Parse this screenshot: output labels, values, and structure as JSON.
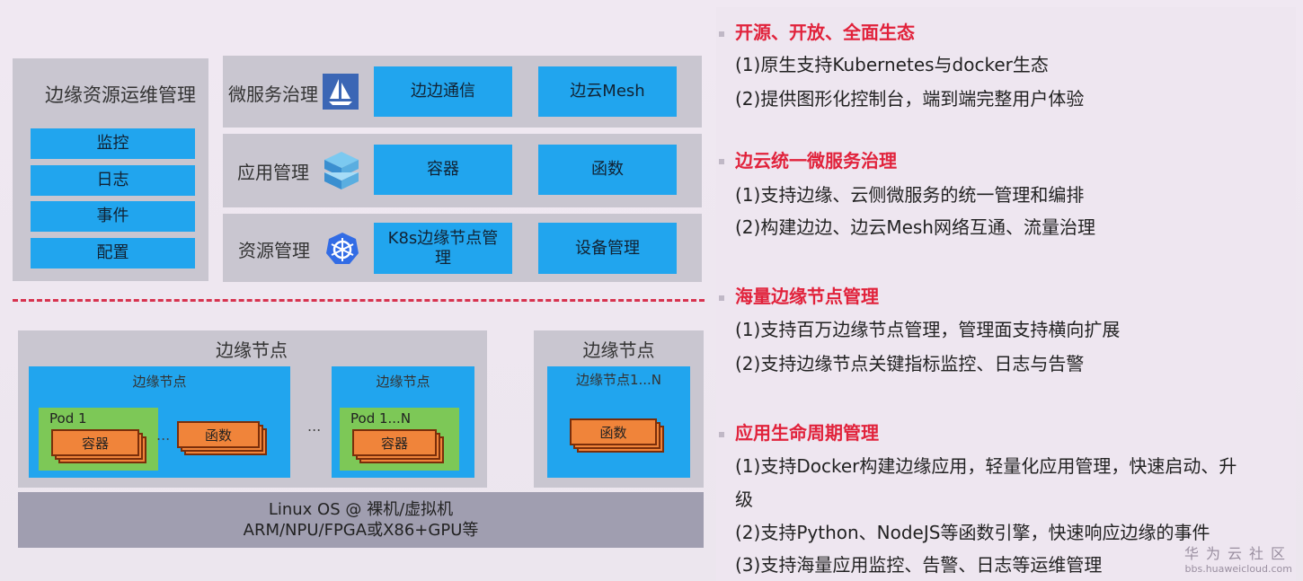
{
  "ops": {
    "title": "边缘资源运维管理",
    "items": [
      "监控",
      "日志",
      "事件",
      "配置"
    ]
  },
  "rows": [
    {
      "label": "微服务治理",
      "icon": "istio-sail-icon",
      "boxes": [
        "边边通信",
        "边云Mesh"
      ]
    },
    {
      "label": "应用管理",
      "icon": "container-stack-icon",
      "boxes": [
        "容器",
        "函数"
      ]
    },
    {
      "label": "资源管理",
      "icon": "kubernetes-helm-icon",
      "boxes": [
        "K8s边缘节点管理",
        "设备管理"
      ]
    }
  ],
  "nodes": {
    "group1_title": "边缘节点",
    "node_a": {
      "title": "边缘节点",
      "pod": "Pod 1",
      "container": "容器",
      "function": "函数"
    },
    "ellipsis_inner": "...",
    "ellipsis_outer": "...",
    "node_b": {
      "title": "边缘节点",
      "pod": "Pod 1...N",
      "container": "容器"
    },
    "group2_title": "边缘节点",
    "node_c": {
      "title": "边缘节点1...N",
      "function": "函数"
    }
  },
  "os": {
    "line1": "Linux OS @ 裸机/虚拟机",
    "line2": "ARM/NPU/FPGA或X86+GPU等"
  },
  "features": [
    {
      "title": "开源、开放、全面生态",
      "items": [
        "(1)原生支持Kubernetes与docker生态",
        "(2)提供图形化控制台，端到端完整用户体验"
      ]
    },
    {
      "title": "边云统一微服务治理",
      "items": [
        "(1)支持边缘、云侧微服务的统一管理和编排",
        "(2)构建边边、边云Mesh网络互通、流量治理"
      ]
    },
    {
      "title": "海量边缘节点管理",
      "items": [
        " (1)支持百万边缘节点管理，管理面支持横向扩展",
        " (2)支持边缘节点关键指标监控、日志与告警"
      ]
    },
    {
      "title": "应用生命周期管理",
      "items": [
        "(1)支持Docker构建边缘应用，轻量化应用管理，快速启动、升",
        "级",
        "(2)支持Python、NodeJS等函数引擎，快速响应边缘的事件",
        "(3)支持海量应用监控、告警、日志等运维管理"
      ]
    }
  ],
  "watermark": {
    "name": "华为云社区",
    "url": "bbs.huaweicloud.com"
  },
  "colors": {
    "accent_blue": "#21a5ee",
    "title_red": "#e1223b",
    "pod_green": "#7dc857",
    "card_orange": "#f0843a"
  }
}
